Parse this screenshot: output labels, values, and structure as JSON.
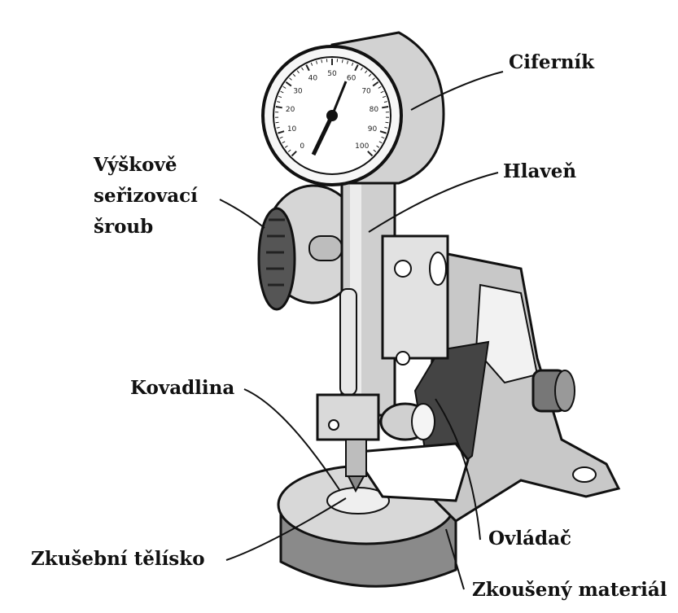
{
  "labels": {
    "dial": "Ciferník",
    "height_screw_line1": "Výškově",
    "height_screw_line2": "seřizovací",
    "height_screw_line3": "šroub",
    "barrel": "Hlaveň",
    "anvil": "Kovadlina",
    "test_specimen": "Zkušební tělísko",
    "actuator": "Ovládač",
    "tested_material": "Zkoušený materiál"
  },
  "gauge": {
    "scale_numbers": [
      "0",
      "10",
      "20",
      "30",
      "40",
      "50",
      "60",
      "70",
      "80",
      "90",
      "100"
    ]
  }
}
